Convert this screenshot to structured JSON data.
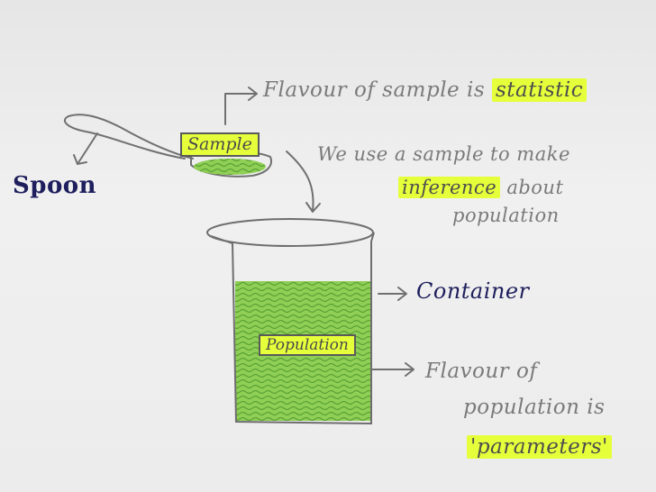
{
  "labels": {
    "spoon": "Spoon",
    "sample": "Sample",
    "sample_flavour_prefix": "Flavour of sample is",
    "sample_flavour_term": "statistic",
    "inference_line1": "We use a sample to make",
    "inference_term": "inference",
    "inference_line2_rest": "about",
    "inference_line3": "population",
    "container": "Container",
    "population": "Population",
    "population_flavour_line1": "Flavour of",
    "population_flavour_line2": "population is",
    "population_flavour_term": "'parameters'"
  },
  "colors": {
    "pencil": "#6e6e6e",
    "highlight": "#e6ff3b",
    "green_fill": "#7fc24a",
    "ink": "#1f1f5e"
  }
}
